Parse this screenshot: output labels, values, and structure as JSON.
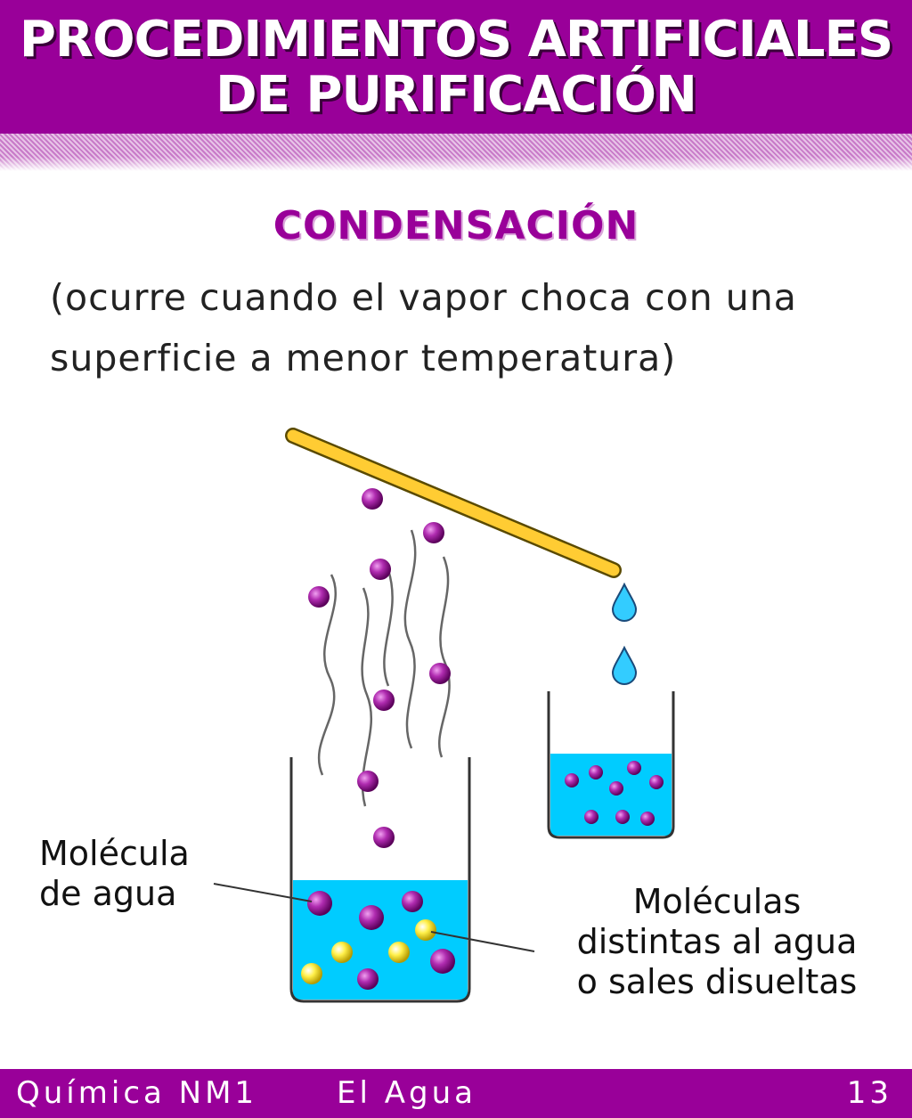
{
  "header": {
    "title_line1": "PROCEDIMIENTOS ARTIFICIALES",
    "title_line2": "DE PURIFICACIÓN"
  },
  "section": {
    "subtitle": "CONDENSACIÓN",
    "description_line1": "(ocurre cuando el vapor choca con una",
    "description_line2": "superficie a menor temperatura)"
  },
  "labels": {
    "water_molecule_line1": "Molécula",
    "water_molecule_line2": "de agua",
    "other_molecules_line1": "Moléculas",
    "other_molecules_line2": "distintas al agua",
    "other_molecules_line3": "o sales disueltas"
  },
  "footer": {
    "course": "Química NM1",
    "topic": "El Agua",
    "page": "13"
  },
  "colors": {
    "brand_purple": "#990099",
    "water": "#00ccff",
    "water_molecule": "#a020a0",
    "solute": "#ffee33",
    "condenser": "#ffcc33"
  },
  "icons": [
    "water-molecule-icon",
    "solute-molecule-icon",
    "water-drop-icon",
    "vapor-wave-icon"
  ]
}
